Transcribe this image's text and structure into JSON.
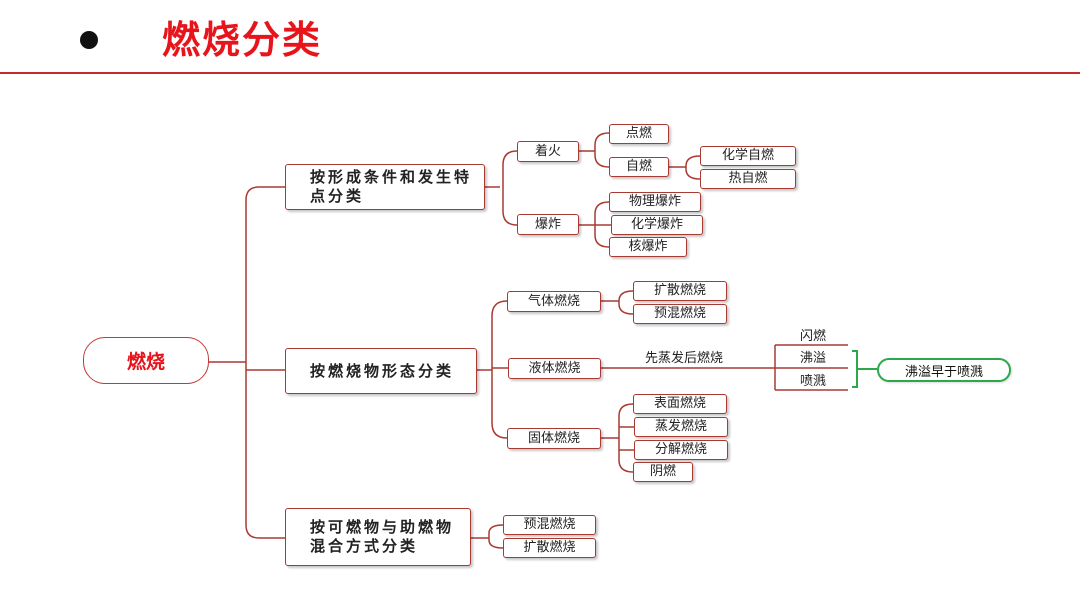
{
  "header": {
    "title": "燃烧分类"
  },
  "diagram": {
    "root": "燃烧",
    "branches": [
      {
        "label": "按形成条件和发生特点分类",
        "children": [
          {
            "label": "着火",
            "children": [
              {
                "label": "点燃"
              },
              {
                "label": "自燃",
                "children": [
                  {
                    "label": "化学自燃"
                  },
                  {
                    "label": "热自燃"
                  }
                ]
              }
            ]
          },
          {
            "label": "爆炸",
            "children": [
              {
                "label": "物理爆炸"
              },
              {
                "label": "化学爆炸"
              },
              {
                "label": "核爆炸"
              }
            ]
          }
        ]
      },
      {
        "label": "按燃烧物形态分类",
        "children": [
          {
            "label": "气体燃烧",
            "children": [
              {
                "label": "扩散燃烧"
              },
              {
                "label": "预混燃烧"
              }
            ]
          },
          {
            "label": "液体燃烧",
            "connector_label": "先蒸发后燃烧",
            "children": [
              {
                "label": "闪燃"
              },
              {
                "label": "沸溢"
              },
              {
                "label": "喷溅"
              }
            ],
            "note": "沸溢早于喷溅"
          },
          {
            "label": "固体燃烧",
            "children": [
              {
                "label": "表面燃烧"
              },
              {
                "label": "蒸发燃烧"
              },
              {
                "label": "分解燃烧"
              },
              {
                "label": "阴燃"
              }
            ]
          }
        ]
      },
      {
        "label": "按可燃物与助燃物混合方式分类",
        "children": [
          {
            "label": "预混燃烧"
          },
          {
            "label": "扩散燃烧"
          }
        ]
      }
    ]
  }
}
